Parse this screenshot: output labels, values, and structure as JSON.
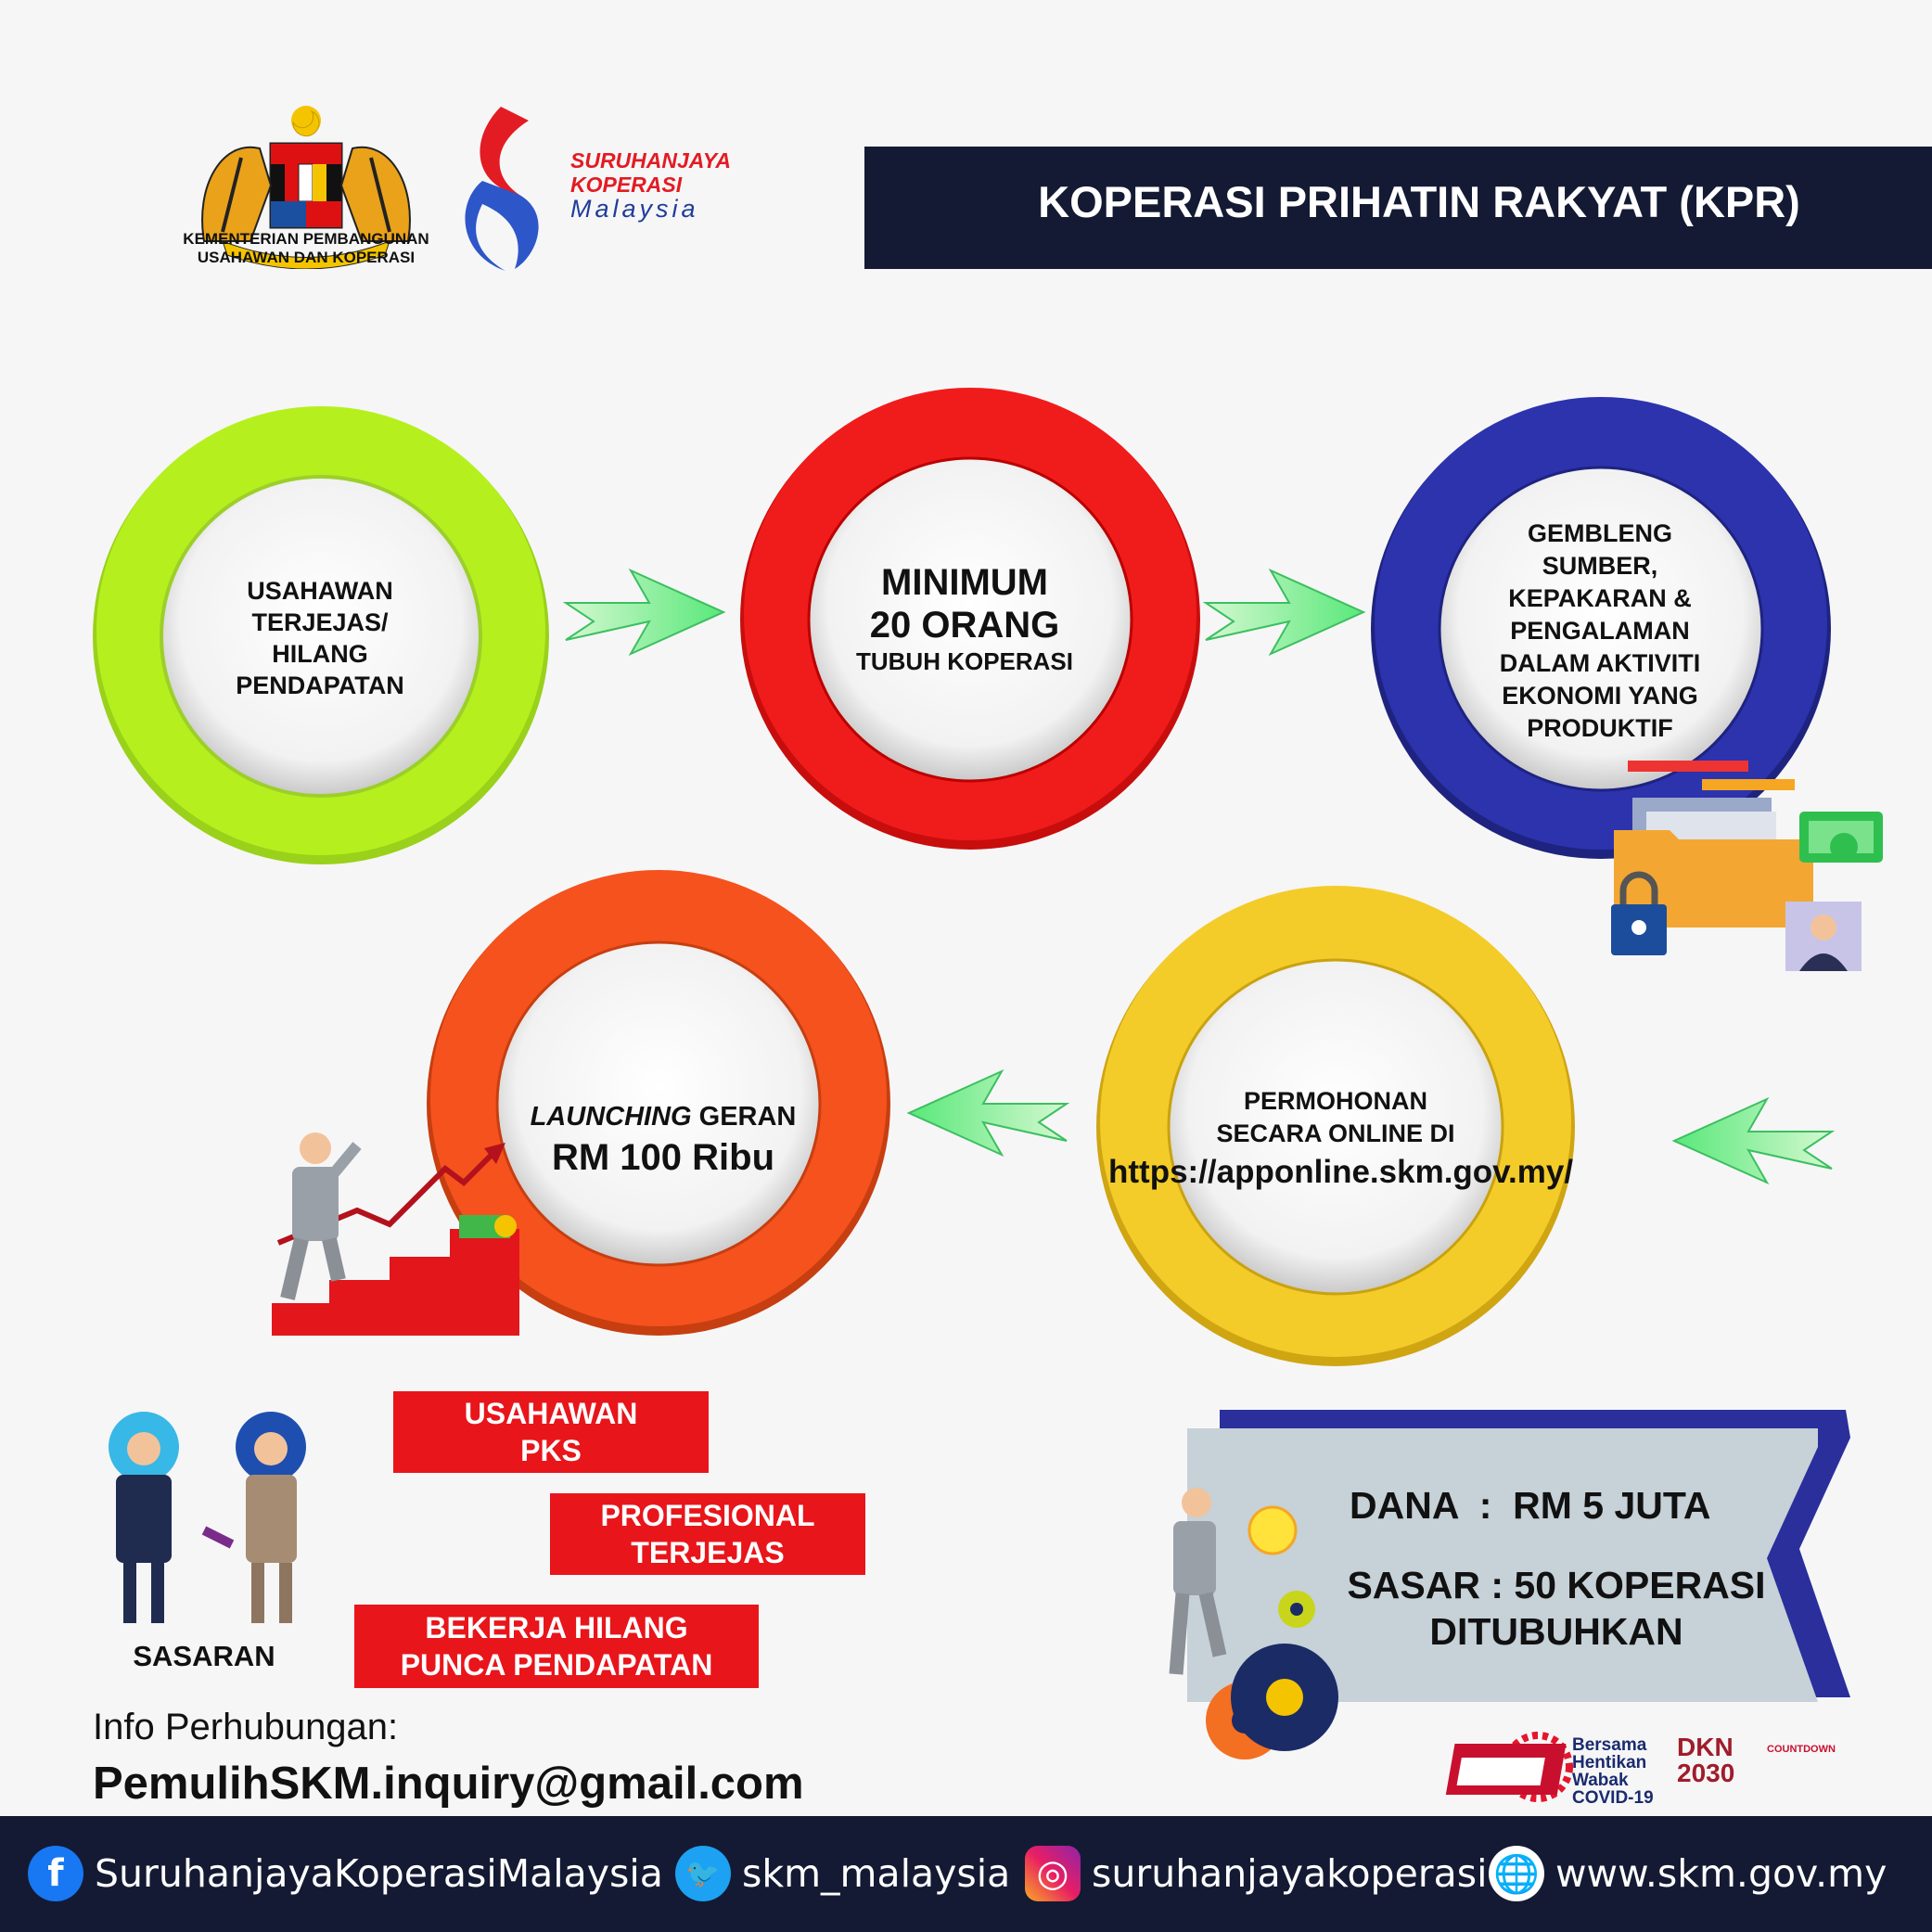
{
  "header": {
    "ministry_name_line1": "KEMENTERIAN PEMBANGUNAN",
    "ministry_name_line2": "USAHAWAN DAN KOPERASI",
    "skm_line1": "SURUHANJAYA",
    "skm_line2": "KOPERASI",
    "skm_line3": "Malaysia",
    "title": "KOPERASI PRIHATIN RAKYAT (KPR)"
  },
  "steps": {
    "step1": {
      "lines": [
        "USAHAWAN",
        "TERJEJAS/",
        "HILANG",
        "PENDAPATAN"
      ]
    },
    "step2": {
      "big1": "MINIMUM",
      "big2": "20 ORANG",
      "small": "TUBUH KOPERASI"
    },
    "step3": {
      "lines": [
        "GEMBLENG",
        "SUMBER,",
        "KEPAKARAN &",
        "PENGALAMAN",
        "DALAM AKTIVITI",
        "EKONOMI YANG",
        "PRODUKTIF"
      ]
    },
    "step4": {
      "line1": "PERMOHONAN",
      "line2": "SECARA ONLINE DI",
      "url": "https://apponline.skm.gov.my/"
    },
    "step5": {
      "italic": "LAUNCHING",
      "rest": " GERAN",
      "big": "RM 100 Ribu"
    }
  },
  "ring_colors": {
    "step1": "#a8e61d",
    "step2": "#ee1c1c",
    "step3": "#2a2fa0",
    "step4": "#f2c81e",
    "step5": "#f2501c"
  },
  "target": {
    "label": "SASARAN",
    "tags": [
      {
        "line1": "USAHAWAN",
        "line2": "PKS"
      },
      {
        "line1": "PROFESIONAL",
        "line2": "TERJEJAS"
      },
      {
        "line1": "BEKERJA HILANG",
        "line2": "PUNCA PENDAPATAN"
      }
    ]
  },
  "contact": {
    "label": "Info Perhubungan:",
    "email": "PemulihSKM.inquiry@gmail.com"
  },
  "fund": {
    "dana": "DANA  :  RM 5 JUTA",
    "sasar_line1": "SASAR : 50 KOPERASI",
    "sasar_line2": "DITUBUHKAN"
  },
  "badges": {
    "covid": [
      "Bersama",
      "Hentikan",
      "Wabak",
      "COVID-19"
    ],
    "dkn_line1": "DKN",
    "dkn_line2": "2030",
    "countdown": "COUNTDOWN"
  },
  "footer": {
    "facebook": "SuruhanjayaKoperasiMalaysia",
    "twitter": "skm_malaysia",
    "instagram": "suruhanjayakoperasi",
    "website": "www.skm.gov.my",
    "icons": [
      "facebook-icon",
      "twitter-icon",
      "instagram-icon",
      "globe-search-icon"
    ]
  }
}
